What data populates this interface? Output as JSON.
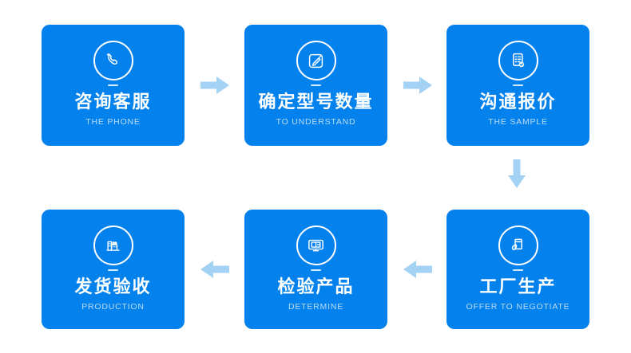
{
  "diagram": {
    "kind": "process-flow",
    "rows": 2,
    "columns": 3
  },
  "colors": {
    "card_blue": "#0381EC",
    "arrow_blue": "#A4D2F4",
    "title_color": "#FFFFFF",
    "subtitle_color": "rgba(255,255,255,0.72)",
    "background": "#FFFFFF"
  },
  "steps": [
    {
      "title": "咨询客服",
      "subtitle": "THE PHONE",
      "icon": "phone-icon"
    },
    {
      "title": "确定型号数量",
      "subtitle": "TO UNDERSTAND",
      "icon": "edit-pencil-icon"
    },
    {
      "title": "沟通报价",
      "subtitle": "THE SAMPLE",
      "icon": "quote-checklist-icon"
    },
    {
      "title": "工厂生产",
      "subtitle": "OFFER TO NEGOTIATE",
      "icon": "factory-production-icon"
    },
    {
      "title": "检验产品",
      "subtitle": "DETERMINE",
      "icon": "monitor-inspect-icon"
    },
    {
      "title": "发货验收",
      "subtitle": "PRODUCTION",
      "icon": "warehouse-buildings-icon"
    }
  ],
  "arrows": [
    {
      "from": 1,
      "to": 2,
      "direction": "right"
    },
    {
      "from": 2,
      "to": 3,
      "direction": "right"
    },
    {
      "from": 3,
      "to": 4,
      "direction": "down"
    },
    {
      "from": 4,
      "to": 5,
      "direction": "left"
    },
    {
      "from": 5,
      "to": 6,
      "direction": "left"
    }
  ]
}
